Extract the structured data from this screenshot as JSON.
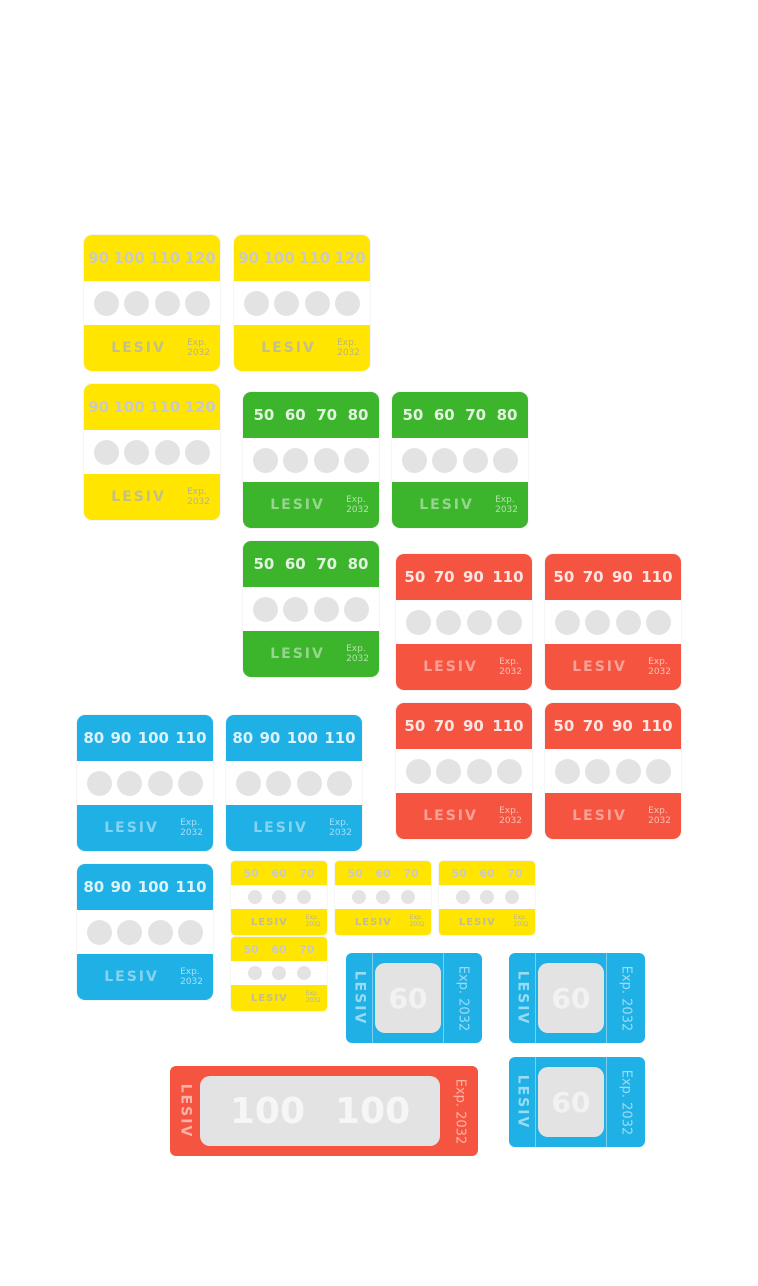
{
  "colors": {
    "yellow": "#ffe500",
    "green": "#3cb52c",
    "red": "#f55540",
    "blue": "#1fb0e6",
    "dot": "#e3e3e3"
  },
  "brand": "LESIV",
  "exp_short": [
    "Exp.",
    "2032"
  ],
  "exp_long": "Exp. 2032",
  "sets": {
    "yellow4": [
      "90",
      "100",
      "110",
      "120"
    ],
    "green4": [
      "50",
      "60",
      "70",
      "80"
    ],
    "red4": [
      "50",
      "70",
      "90",
      "110"
    ],
    "blue4": [
      "80",
      "90",
      "100",
      "110"
    ],
    "yellow3": [
      "50",
      "60",
      "70"
    ]
  },
  "single": {
    "value": "60"
  },
  "double": {
    "values": [
      "100",
      "100"
    ]
  }
}
